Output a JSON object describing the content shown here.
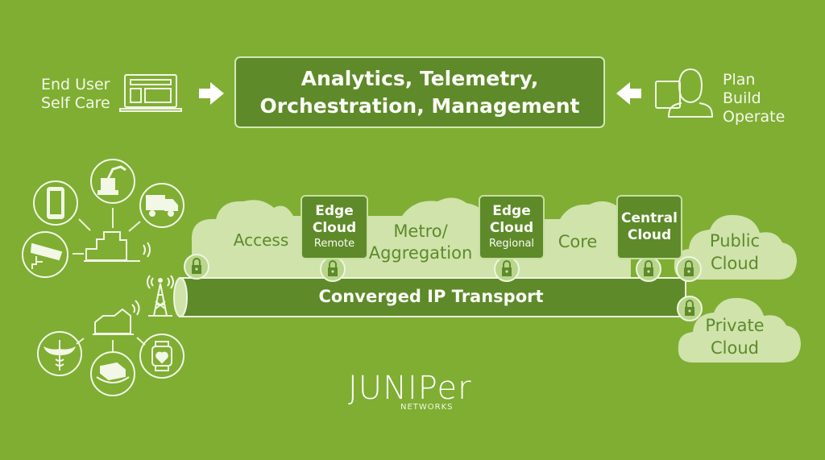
{
  "colors": {
    "background": "#7fae33",
    "dark_green": "#5e8a2a",
    "cloud_fill": "#cfe3ab",
    "outline": "#eef6de"
  },
  "top": {
    "left_label": [
      "End User",
      "Self Care"
    ],
    "left_icon": "laptop-dashboard-icon",
    "left_arrow": "arrow-right-icon",
    "center_box": [
      "Analytics, Telemetry,",
      "Orchestration, Management"
    ],
    "right_arrow": "arrow-left-icon",
    "right_icon": "operator-person-icon",
    "right_label": [
      "Plan",
      "Build",
      "Operate"
    ]
  },
  "devices": {
    "enterprise_group": [
      "smartphone-icon",
      "robot-arm-icon",
      "delivery-truck-icon",
      "security-camera-icon",
      "office-building-icon"
    ],
    "home_group": [
      "house-icon",
      "caduceus-medical-icon",
      "vr-headset-icon",
      "smartwatch-heart-icon"
    ],
    "tower_icon": "cell-tower-icon"
  },
  "network": {
    "clouds": [
      {
        "label": [
          "Access"
        ]
      },
      {
        "label": [
          "Metro/",
          "Aggregation"
        ]
      },
      {
        "label": [
          "Core"
        ]
      }
    ],
    "edge_boxes": [
      {
        "title": [
          "Edge",
          "Cloud"
        ],
        "sub": "Remote"
      },
      {
        "title": [
          "Edge",
          "Cloud"
        ],
        "sub": "Regional"
      },
      {
        "title": [
          "Central",
          "Cloud"
        ],
        "sub": ""
      }
    ],
    "external_clouds": [
      {
        "label": [
          "Public",
          "Cloud"
        ]
      },
      {
        "label": [
          "Private",
          "Cloud"
        ]
      }
    ],
    "transport_label": "Converged IP Transport",
    "lock_icon": "padlock-icon"
  },
  "brand": {
    "logo_text": "JUNIPer",
    "logo_sub": "NETWORKS"
  }
}
